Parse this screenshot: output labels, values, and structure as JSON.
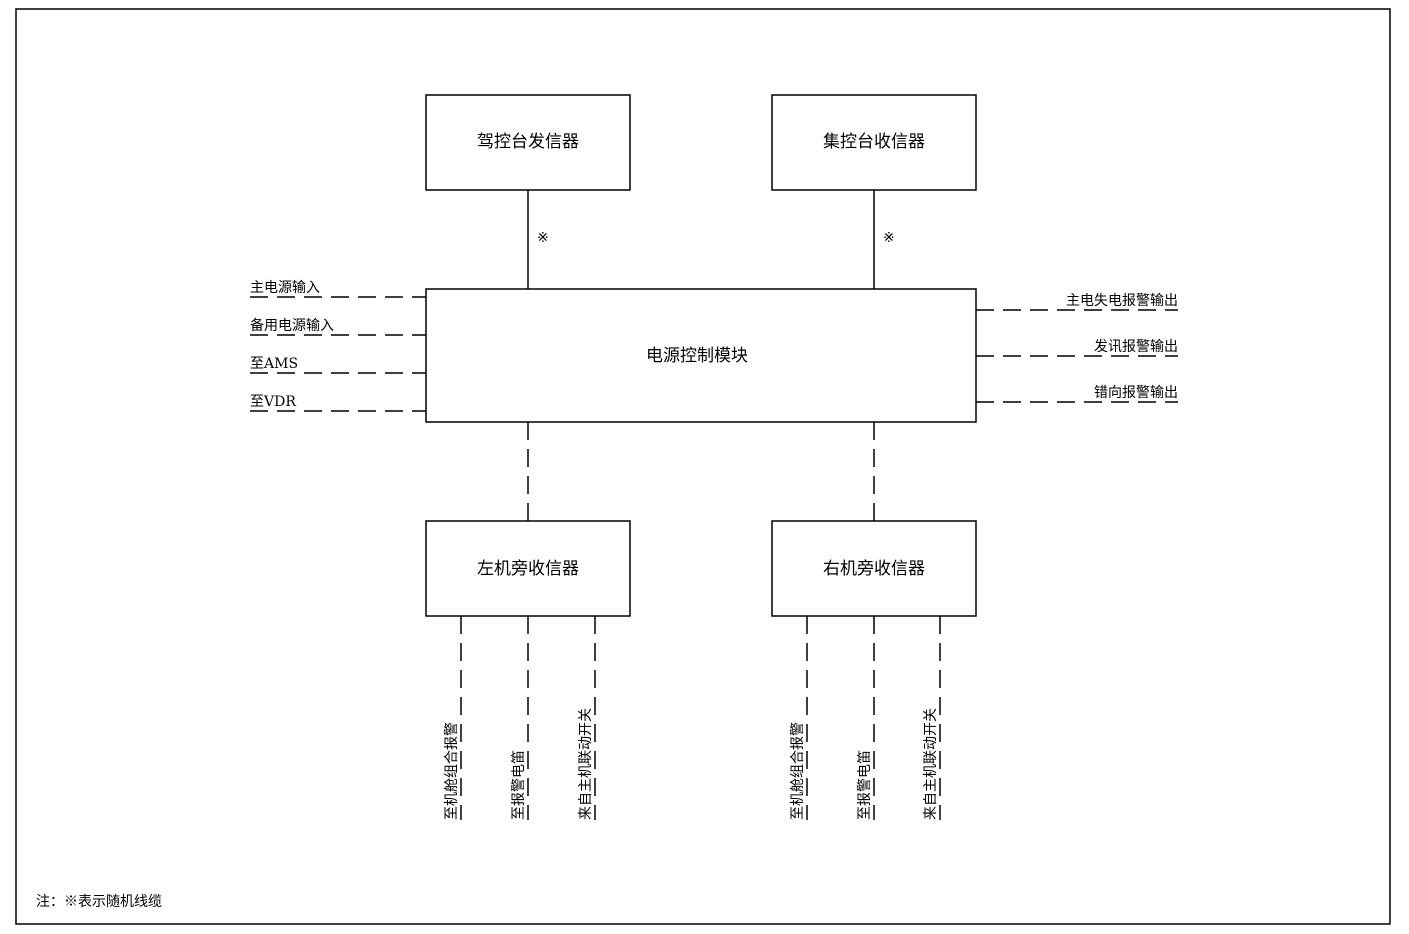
{
  "blocks": {
    "bridge_transmitter": "驾控台发信器",
    "ecr_receiver": "集控台收信器",
    "power_module": "电源控制模块",
    "port_receiver": "左机旁收信器",
    "stbd_receiver": "右机旁收信器"
  },
  "cable_marker": "※",
  "inputs_left": [
    "主电源输入",
    "备用电源输入",
    "至AMS",
    "至VDR"
  ],
  "outputs_right": [
    "主电失电报警输出",
    "发讯报警输出",
    "错向报警输出"
  ],
  "port_signals": [
    "至机舱组合报警",
    "至报警电笛",
    "来自主机联动开关"
  ],
  "stbd_signals": [
    "至机舱组合报警",
    "至报警电笛",
    "来自主机联动开关"
  ],
  "note": "注：※表示随机线缆"
}
